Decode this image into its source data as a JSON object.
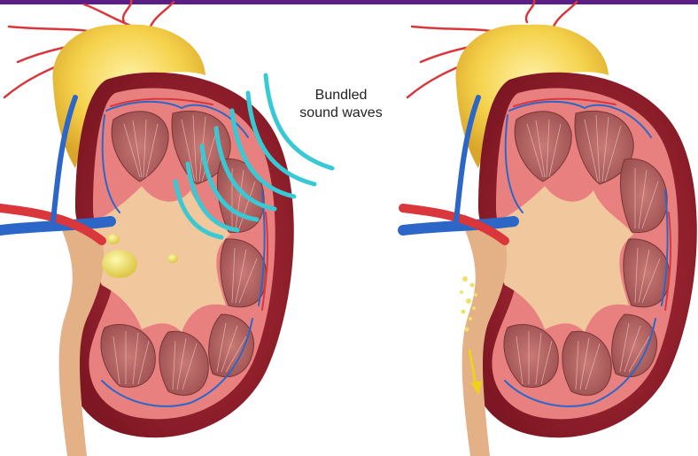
{
  "illustration": {
    "caption_lines": [
      "Bundled",
      "sound waves"
    ],
    "colors": {
      "top_bar": "#5a1e86",
      "capsule": "#8e1d2a",
      "cortex": "#e88080",
      "pyramid": "#b86464",
      "pelvis": "#f1c79d",
      "ureter": "#e4b085",
      "fat": "#f5d24b",
      "vein": "#2c67c8",
      "artery": "#d9373b",
      "sound_wave": "#38c9d4",
      "stone": "#f0e06a"
    },
    "panels": [
      {
        "name": "before",
        "shows": [
          "kidney-cross-section",
          "kidney-stone",
          "sound-waves"
        ]
      },
      {
        "name": "after",
        "shows": [
          "kidney-cross-section",
          "stone-fragments",
          "down-arrow"
        ]
      }
    ]
  }
}
